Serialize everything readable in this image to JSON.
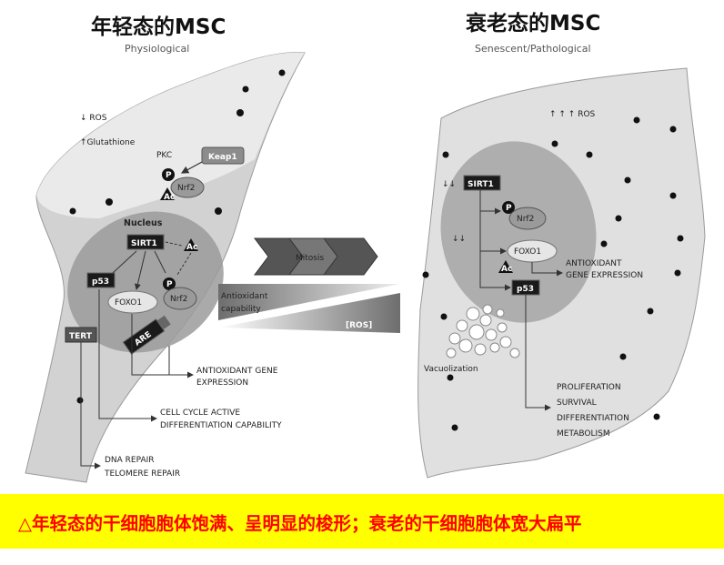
{
  "left": {
    "title": "年轻态的MSC",
    "subtitle": "Physiological",
    "ros": "↓ ROS",
    "glutathione": "↑Glutathione",
    "pkc": "PKC",
    "keap1": "Keap1",
    "p": "P",
    "nrf2": "Nrf2",
    "ac": "Ac",
    "nucleus": "Nucleus",
    "sirt1": "SIRT1",
    "p53": "p53",
    "foxo1": "FOXO1",
    "are": "ARE",
    "tert": "TERT",
    "out_antioxidant_1": "ANTIOXIDANT GENE",
    "out_antioxidant_2": "EXPRESSION",
    "out_cellcycle_1": "CELL CYCLE ACTIVE",
    "out_cellcycle_2": "DIFFERENTIATION CAPABILITY",
    "out_dna_1": "DNA REPAIR",
    "out_dna_2": "TELOMERE REPAIR"
  },
  "middle": {
    "mitosis": "Mitosis",
    "antioxidant_1": "Antioxidant",
    "antioxidant_2": "capability",
    "ros": "[ROS]"
  },
  "right": {
    "title": "衰老态的MSC",
    "subtitle": "Senescent/Pathological",
    "ros": "↑ ↑ ↑  ROS",
    "arrows_1": "↓↓",
    "arrows_2": "↓↓",
    "sirt1": "SIRT1",
    "p": "P",
    "nrf2": "Nrf2",
    "foxo1": "FOXO1",
    "ac": "Ac",
    "p53": "p53",
    "vacuolization": "Vacuolization",
    "out_antioxidant_1": "ANTIOXIDANT",
    "out_antioxidant_2": "GENE EXPRESSION",
    "out_1": "PROLIFERATION",
    "out_2": "SURVIVAL",
    "out_3": "DIFFERENTIATION",
    "out_4": "METABOLISM"
  },
  "caption": "△年轻态的干细胞胞体饱满、呈明显的梭形；衰老的干细胞胞体宽大扁平",
  "colors": {
    "caption_bg": "#ffff00",
    "caption_text": "#ff0000"
  }
}
